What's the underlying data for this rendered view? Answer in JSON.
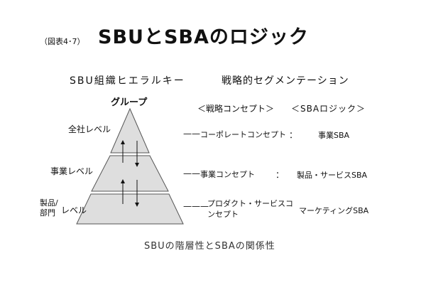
{
  "figure_label": "（図表4･7）",
  "title": "SBUとSBAのロジック",
  "headers": {
    "left": "SBU組織ヒエラルキー",
    "right": "戦略的セグメンテーション"
  },
  "pyramid_top": "グループ",
  "subheaders": {
    "concept": "＜戦略コンセプト＞",
    "logic": "＜SBAロジック＞"
  },
  "levels": {
    "company": "全社レベル",
    "business": "事業レベル",
    "product_dept": "製品/部門",
    "product_level": "レベル"
  },
  "concepts": {
    "corporate": "コーポレートコンセプト",
    "business": "事業コンセプト",
    "product": "プロダクト・サービスコンセプト"
  },
  "dashes": {
    "corporate": "——",
    "business": "——",
    "product": "———"
  },
  "colon": "：",
  "sba": {
    "corporate": "事業SBA",
    "business": "製品・サービスSBA",
    "product": "マーケティングSBA"
  },
  "caption": "SBUの階層性とSBAの関係性",
  "colors": {
    "pyramid_fill": "#dedede",
    "pyramid_stroke": "#555555",
    "text": "#111111"
  }
}
